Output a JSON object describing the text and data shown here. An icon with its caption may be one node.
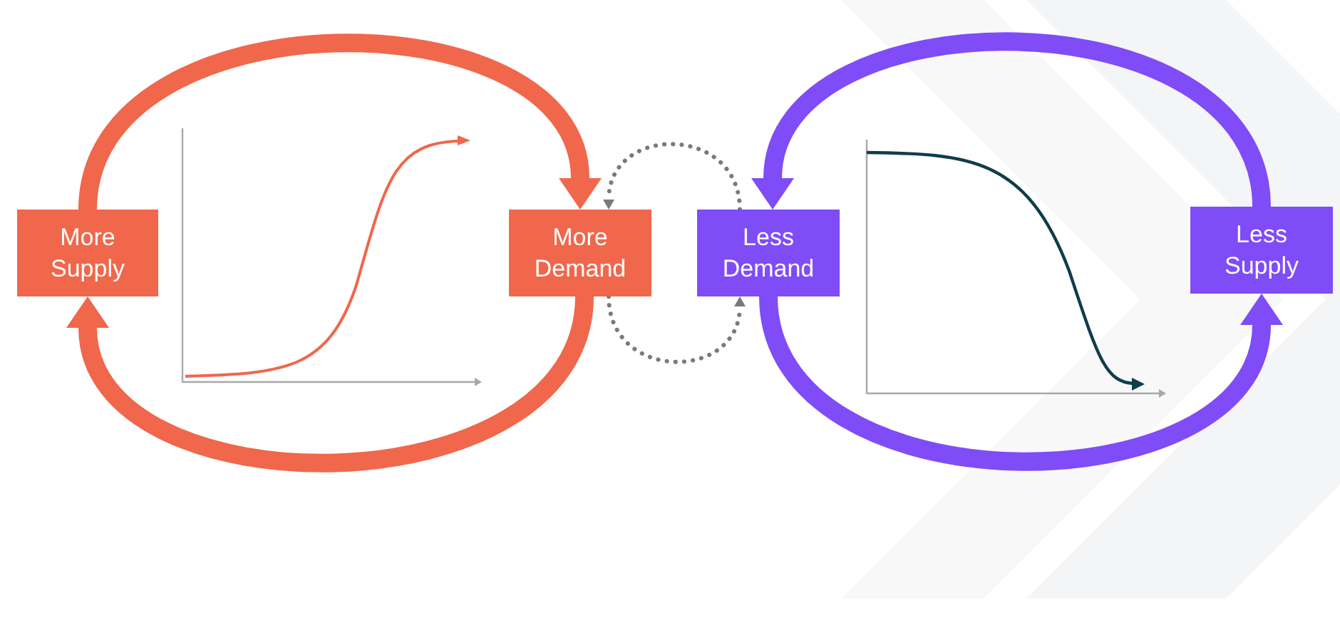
{
  "diagram": {
    "nodes": [
      {
        "text": [
          "More Supply"
        ]
      },
      {
        "text": [
          "More Demand"
        ]
      },
      {
        "text": [
          "Less Demand"
        ]
      },
      {
        "text": [
          "Less Supply"
        ]
      }
    ],
    "edges": [
      {
        "from": 0,
        "to": 1,
        "arrow": "to",
        "color": "#f0674b"
      },
      {
        "from": 1,
        "to": 0,
        "arrow": "to",
        "color": "#f0674b"
      },
      {
        "from": 3,
        "to": 2,
        "arrow": "to",
        "color": "#7f4cf8"
      },
      {
        "from": 2,
        "to": 3,
        "arrow": "to",
        "color": "#7f4cf8"
      },
      {
        "from": 2,
        "to": 1,
        "arrow": "to",
        "style": "dashed",
        "color": "#7a7a7a"
      },
      {
        "from": 1,
        "to": 2,
        "arrow": "to",
        "style": "dashed",
        "color": "#7a7a7a"
      }
    ]
  }
}
